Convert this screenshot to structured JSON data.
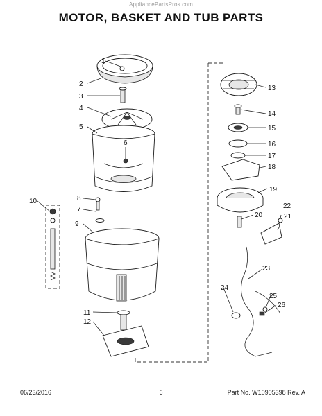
{
  "watermark": "AppliancePartsPros.com",
  "title": "MOTOR, BASKET AND TUB PARTS",
  "footer": {
    "date": "06/23/2016",
    "page": "6",
    "part_number": "Part No. W10905398  Rev. A"
  },
  "callouts": [
    "1",
    "2",
    "3",
    "4",
    "5",
    "6",
    "7",
    "8",
    "9",
    "10",
    "11",
    "12",
    "13",
    "14",
    "15",
    "16",
    "17",
    "18",
    "19",
    "20",
    "21",
    "22",
    "23",
    "24",
    "25",
    "26"
  ]
}
